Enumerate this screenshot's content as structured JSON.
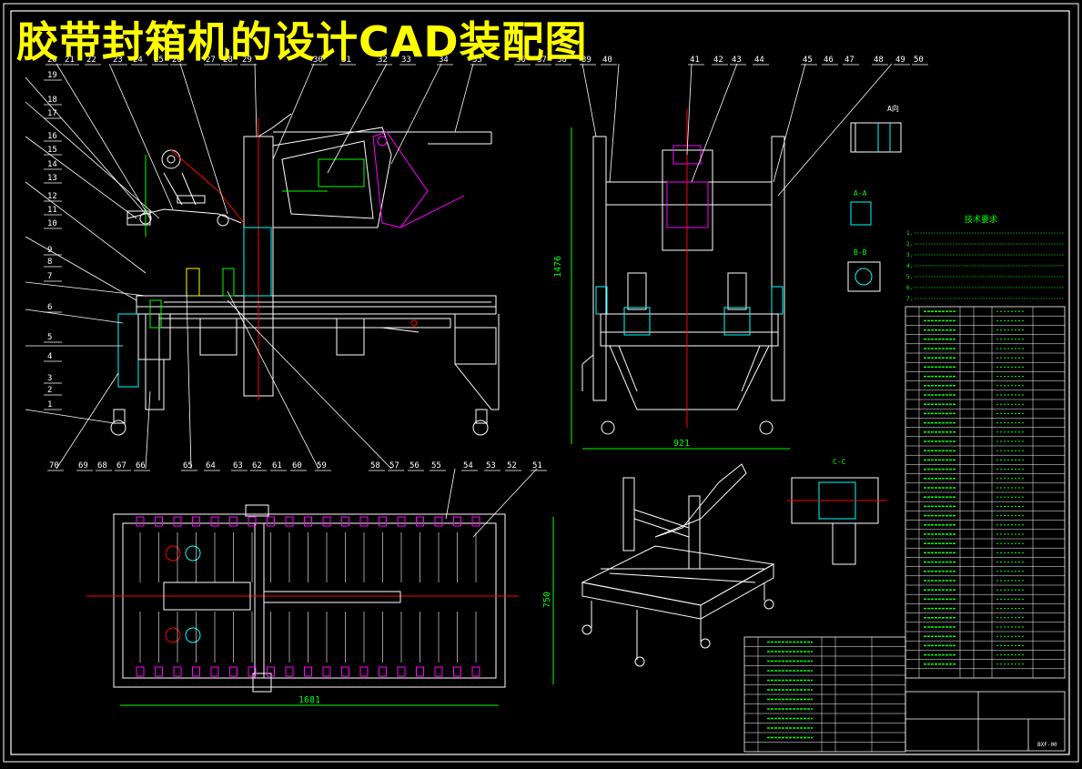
{
  "title": "胶带封箱机的设计CAD装配图",
  "colors": {
    "background": "#000000",
    "outline": "#ffffff",
    "accent_green": "#00ff00",
    "accent_yellow": "#ffff00",
    "center_red": "#ff0000",
    "part_magenta": "#ff00ff",
    "part_cyan": "#00ffff",
    "text_white": "#ffffff"
  },
  "balloons_top": [
    "20",
    "21",
    "22",
    "23",
    "24",
    "25",
    "26",
    "27",
    "28",
    "29",
    "30",
    "31",
    "32",
    "33",
    "34",
    "35",
    "36",
    "37",
    "38",
    "39",
    "40",
    "41",
    "42",
    "43",
    "44",
    "45",
    "46",
    "47",
    "48",
    "49",
    "50"
  ],
  "balloons_left": [
    "19",
    "18",
    "17",
    "16",
    "15",
    "14",
    "13",
    "12",
    "11",
    "10",
    "9",
    "8",
    "7",
    "6",
    "5",
    "4",
    "3",
    "2",
    "1"
  ],
  "balloons_bottom": [
    "70",
    "69",
    "68",
    "67",
    "66",
    "65",
    "64",
    "63",
    "62",
    "61",
    "60",
    "59",
    "58",
    "57",
    "56",
    "55",
    "54",
    "53",
    "52",
    "51"
  ],
  "dimensions": {
    "side_height": "1476",
    "side_width": "921",
    "plan_width": "1681",
    "plan_height": "750"
  },
  "view_labels": {
    "a": "A向",
    "aa": "A-A",
    "bb": "B-B",
    "cc": "C-C"
  },
  "tech_title": "技术要求",
  "tech_lines": [
    "1.",
    "2.",
    "3.",
    "4.",
    "5.",
    "6.",
    "7."
  ],
  "bom_rows": 40,
  "titleblock": {
    "drawing_no": "BXF-00"
  }
}
